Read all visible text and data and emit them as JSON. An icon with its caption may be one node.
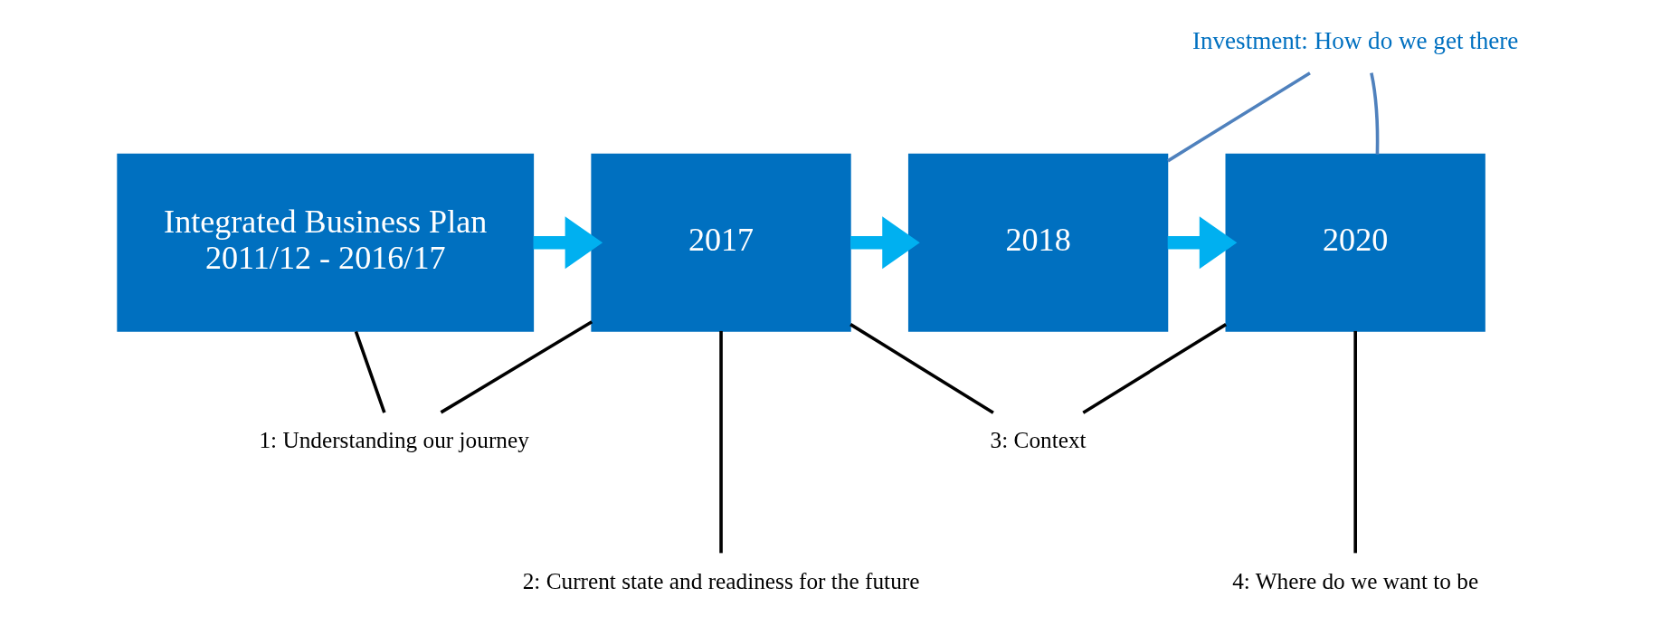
{
  "diagram": {
    "nodes": [
      {
        "text": [
          "Integrated Business Plan",
          "2011/12 - 2016/17"
        ]
      },
      {
        "text": [
          "2017"
        ]
      },
      {
        "text": [
          "2018"
        ]
      },
      {
        "text": [
          "2020"
        ]
      },
      {
        "text": [
          "1: Understanding our journey"
        ]
      },
      {
        "text": [
          "2: Current state and readiness for the future"
        ]
      },
      {
        "text": [
          "3: Context"
        ]
      },
      {
        "text": [
          "4: Where do we want to be"
        ]
      },
      {
        "text": [
          "Investment: How do we get there"
        ]
      }
    ],
    "edges": [
      {
        "from": 0,
        "to": 1,
        "arrow": "to",
        "style": "thick",
        "color": "#00b0f0"
      },
      {
        "from": 1,
        "to": 2,
        "arrow": "to",
        "style": "thick",
        "color": "#00b0f0"
      },
      {
        "from": 2,
        "to": 3,
        "arrow": "to",
        "style": "thick",
        "color": "#00b0f0"
      },
      {
        "from": 0,
        "to": 4,
        "arrow": "none"
      },
      {
        "from": 1,
        "to": 4,
        "arrow": "none"
      },
      {
        "from": 1,
        "to": 5,
        "arrow": "none"
      },
      {
        "from": 1,
        "to": 6,
        "arrow": "none"
      },
      {
        "from": 3,
        "to": 6,
        "arrow": "none"
      },
      {
        "from": 3,
        "to": 7,
        "arrow": "none"
      },
      {
        "from": 2,
        "to": 8,
        "arrow": "none",
        "color": "#4f81bd"
      },
      {
        "from": 3,
        "to": 8,
        "arrow": "none",
        "color": "#4f81bd"
      }
    ]
  }
}
